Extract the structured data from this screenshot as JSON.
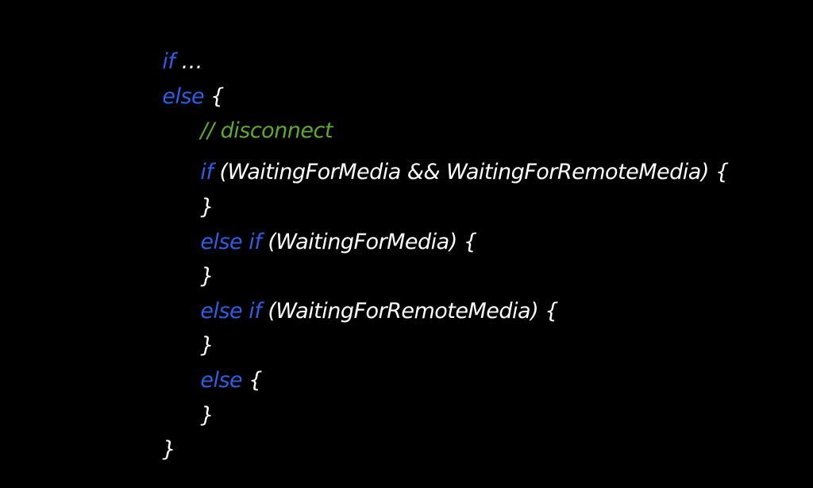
{
  "colors": {
    "background": "#000000",
    "keyword": "#2f5ee0",
    "text": "#ffffff",
    "comment": "#5fa830"
  },
  "code": {
    "line0": {
      "kw": "if",
      "rest": " …"
    },
    "line1": {
      "kw": "else",
      "rest": " {"
    },
    "line2": {
      "comment": "// disconnect"
    },
    "line3": {
      "kw": "if",
      "rest": " (WaitingForMedia && WaitingForRemoteMedia) {"
    },
    "line4": {
      "rest": "}"
    },
    "line5": {
      "kw": "else if",
      "rest": " (WaitingForMedia) {"
    },
    "line6": {
      "rest": "}"
    },
    "line7": {
      "kw": "else if",
      "rest": " (WaitingForRemoteMedia) {"
    },
    "line8": {
      "rest": "}"
    },
    "line9": {
      "kw": "else",
      "rest": " {"
    },
    "line10": {
      "rest": "}"
    },
    "line11": {
      "rest": "}"
    }
  }
}
